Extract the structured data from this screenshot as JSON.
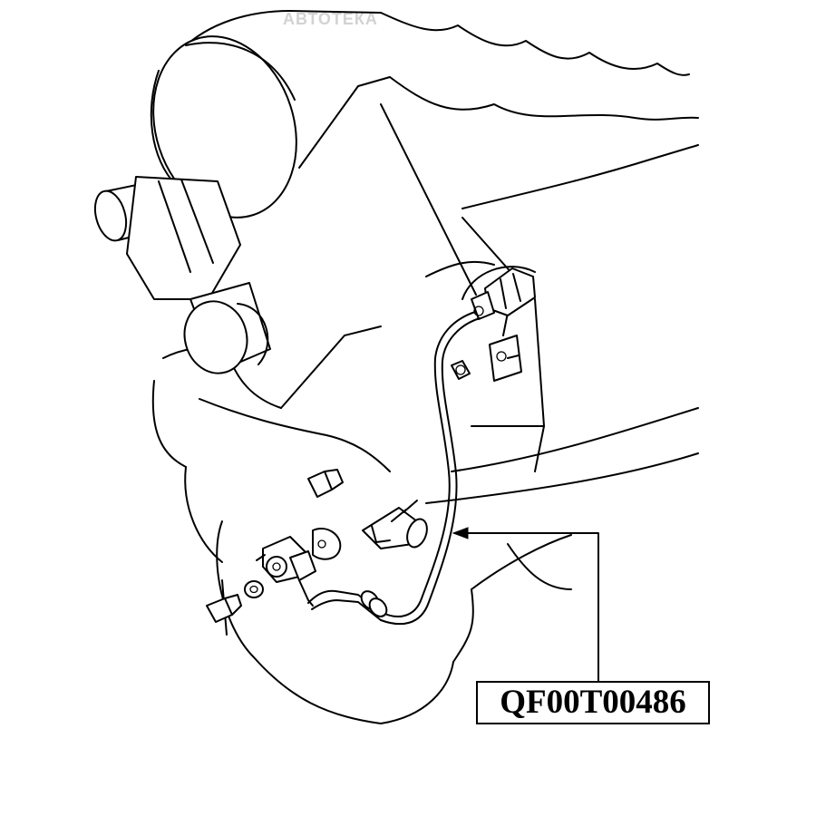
{
  "watermark": "АВТОТЕКА",
  "part_number": "QF00T00486",
  "colors": {
    "line": "#000000",
    "background": "#ffffff",
    "watermark": "#d2d2d2"
  },
  "icons": [
    "engine-diagram",
    "speed-sensor-harness",
    "callout-arrow"
  ]
}
